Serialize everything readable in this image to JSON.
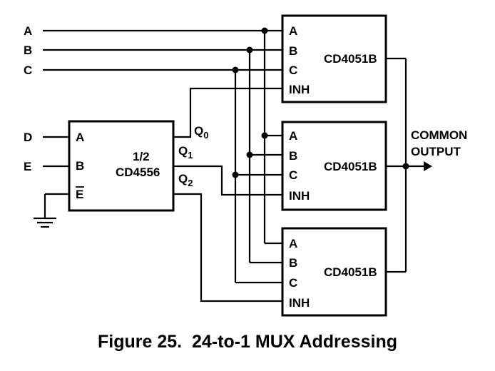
{
  "inputs": {
    "a": "A",
    "b": "B",
    "c": "C",
    "d": "D",
    "e": "E"
  },
  "decoder": {
    "line1": "1/2",
    "line2": "CD4556",
    "pin_a": "A",
    "pin_b": "B",
    "pin_e": "E",
    "q0": "Q",
    "q0_sub": "0",
    "q1": "Q",
    "q1_sub": "1",
    "q2": "Q",
    "q2_sub": "2"
  },
  "mux": [
    {
      "name": "CD4051B",
      "pins": [
        "A",
        "B",
        "C",
        "INH"
      ]
    },
    {
      "name": "CD4051B",
      "pins": [
        "A",
        "B",
        "C",
        "INH"
      ]
    },
    {
      "name": "CD4051B",
      "pins": [
        "A",
        "B",
        "C",
        "INH"
      ]
    }
  ],
  "output": {
    "line1": "COMMON",
    "line2": "OUTPUT"
  },
  "caption": "Figure 25.  24-to-1 MUX Addressing"
}
